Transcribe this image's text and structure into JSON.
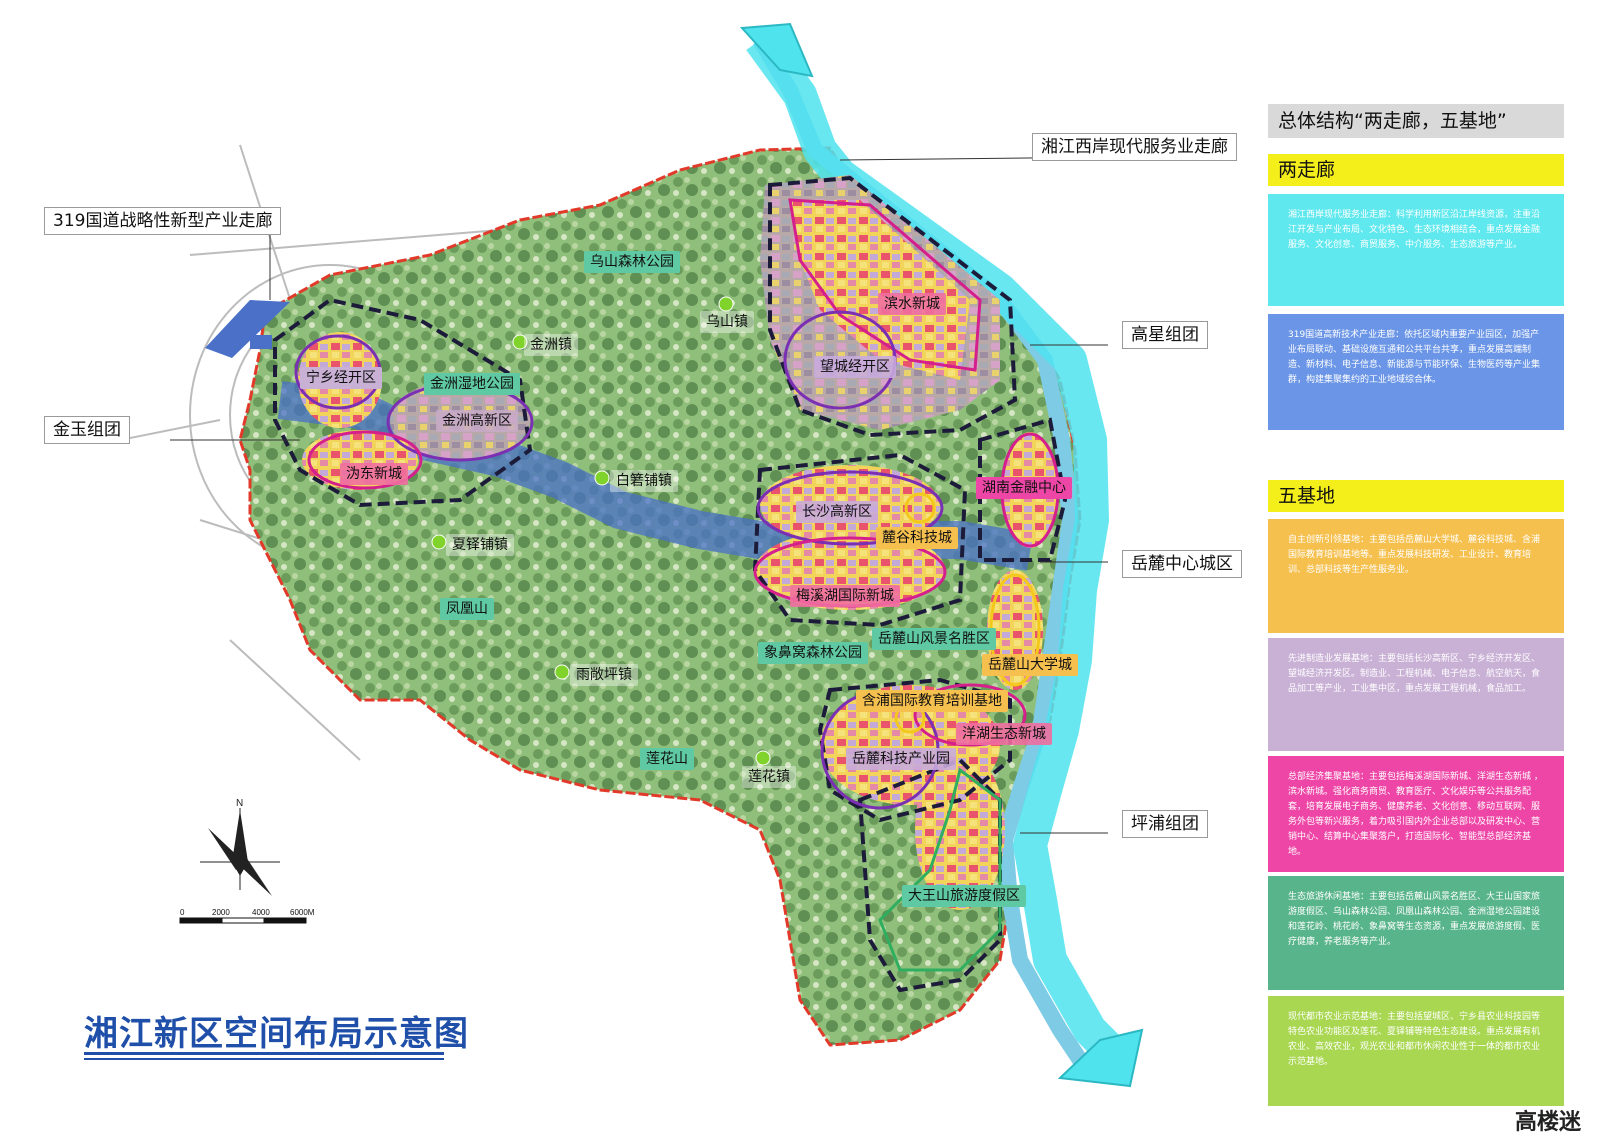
{
  "map_title": "湘江新区空间布局示意图",
  "callouts": {
    "west_corridor": "湘江西岸现代服务业走廊",
    "gd319_corridor": "319国道战略性新型产业走廊",
    "gaoxing": "高星组团",
    "jinyu": "金玉组团",
    "yuelu_center": "岳麓中心城区",
    "pingpu": "坪浦组团"
  },
  "areas": {
    "wushan_forest": "乌山森林公园",
    "wushan_town": "乌山镇",
    "jinzhou_town": "金洲镇",
    "ningxiang": "宁乡经开区",
    "jinzhou_wetland": "金洲湿地公园",
    "jinzhou_hitech": "金洲高新区",
    "weidong": "沩东新城",
    "baiyu": "白箬铺镇",
    "xiaduo": "夏铎铺镇",
    "fenghuang": "凤凰山",
    "yuxiping": "雨敞坪镇",
    "lianhuashan": "莲花山",
    "lianhua_town": "莲花镇",
    "binshui": "滨水新城",
    "wangcheng": "望城经开区",
    "hunan_finance": "湖南金融中心",
    "changsha_hitech": "长沙高新区",
    "lugu": "麓谷科技城",
    "meixi": "梅溪湖国际新城",
    "yuelu_scenic": "岳麓山风景名胜区",
    "xiangbi": "象鼻窝森林公园",
    "yuelu_univ": "岳麓山大学城",
    "hanpu": "含浦国际教育培训基地",
    "yanghu": "洋湖生态新城",
    "yuelu_tech": "岳麓科技产业园",
    "dawangshan": "大王山旅游度假区"
  },
  "compass": {
    "north": "N"
  },
  "scale_bar": {
    "labels": [
      "0",
      "2000",
      "4000",
      "6000M"
    ]
  },
  "panel": {
    "heading": "总体结构“两走廊，五基地”",
    "corridors_heading": "两走廊",
    "bases_heading": "五基地",
    "boxes": [
      {
        "color": "#5fe8ee",
        "text": "湘江西岸现代服务业走廊：科学利用新区沿江岸线资源，注重沿江开发与产业布局、文化特色、生态环境相结合，重点发展金融服务、文化创意、商贸服务、中介服务、生态旅游等产业。"
      },
      {
        "color": "#6b95e6",
        "text": "319国道高新技术产业走廊：依托区域内重要产业园区，加强产业布局联动、基础设施互通和公共平台共享，重点发展高端制造、新材料、电子信息、新能源与节能环保、生物医药等产业集群，构建集聚集约的工业地域综合体。"
      },
      {
        "color": "#f6c04f",
        "text": "自主创新引领基地：主要包括岳麓山大学城、麓谷科技城、含浦国际教育培训基地等。重点发展科技研发、工业设计、教育培训、总部科技等生产性服务业。"
      },
      {
        "color": "#c9b1d6",
        "text": "先进制造业发展基地：主要包括长沙高新区、宁乡经济开发区、望城经济开发区。制造业、工程机械、电子信息、航空航天，食品加工等产业，工业集中区，重点发展工程机械，食品加工。"
      },
      {
        "color": "#ee46a6",
        "text": "总部经济集聚基地：主要包括梅溪湖国际新城、洋湖生态新城 ，滨水新城。强化商务商贸、教育医疗、文化娱乐等公共服务配套，培育发展电子商务、健康养老、文化创意、移动互联网、服务外包等新兴服务，着力吸引国内外企业总部以及研发中心、营销中心、结算中心集聚落户，打造国际化、智能型总部经济基地。"
      },
      {
        "color": "#58b48a",
        "text": "生态旅游休闲基地：主要包括岳麓山风景名胜区、大王山国家旅游度假区、乌山森林公园、凤凰山森林公园、金洲湿地公园建设和莲花岭、桃花岭、象鼻窝等生态资源，重点发展旅游度假、医疗健康，养老服务等产业。"
      },
      {
        "color": "#a9d752",
        "text": "现代都市农业示范基地：主要包括望城区、宁乡县农业科技园等特色农业功能区及莲花、夏铎铺等特色生态建设。重点发展有机农业、高效农业，观光农业和都市休闲农业性于一体的都市农业示范基地。"
      }
    ]
  },
  "logo": "高楼迷",
  "colors": {
    "map_green": "#7fae6a",
    "boundary_red": "#e23a2a",
    "corridor_cyan": "#4fe3ee",
    "corridor_blue": "#4a70c8",
    "accent_yellow": "#f4ee1a",
    "title_blue": "#1f4fa8"
  }
}
